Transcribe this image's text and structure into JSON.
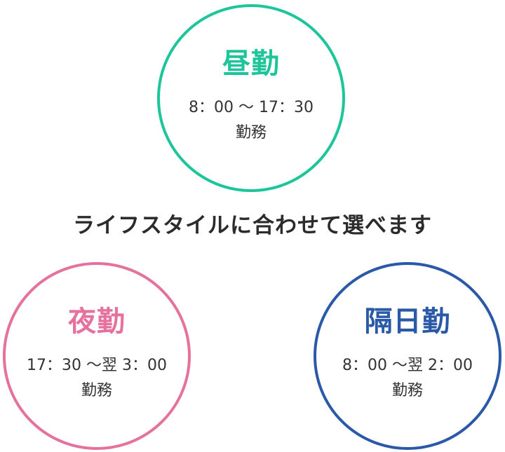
{
  "headline": "ライフスタイルに合わせて選べます",
  "shifts": [
    {
      "title": "昼勤",
      "hours": "8：00 〜 17：30",
      "type": "勤務",
      "color": "#1ec59a"
    },
    {
      "title": "夜勤",
      "hours": "17：30 〜翌 3：00",
      "type": "勤務",
      "color": "#e4729c"
    },
    {
      "title": "隔日勤",
      "hours": "8：00 〜翌 2：00",
      "type": "勤務",
      "color": "#2a59a8"
    }
  ]
}
